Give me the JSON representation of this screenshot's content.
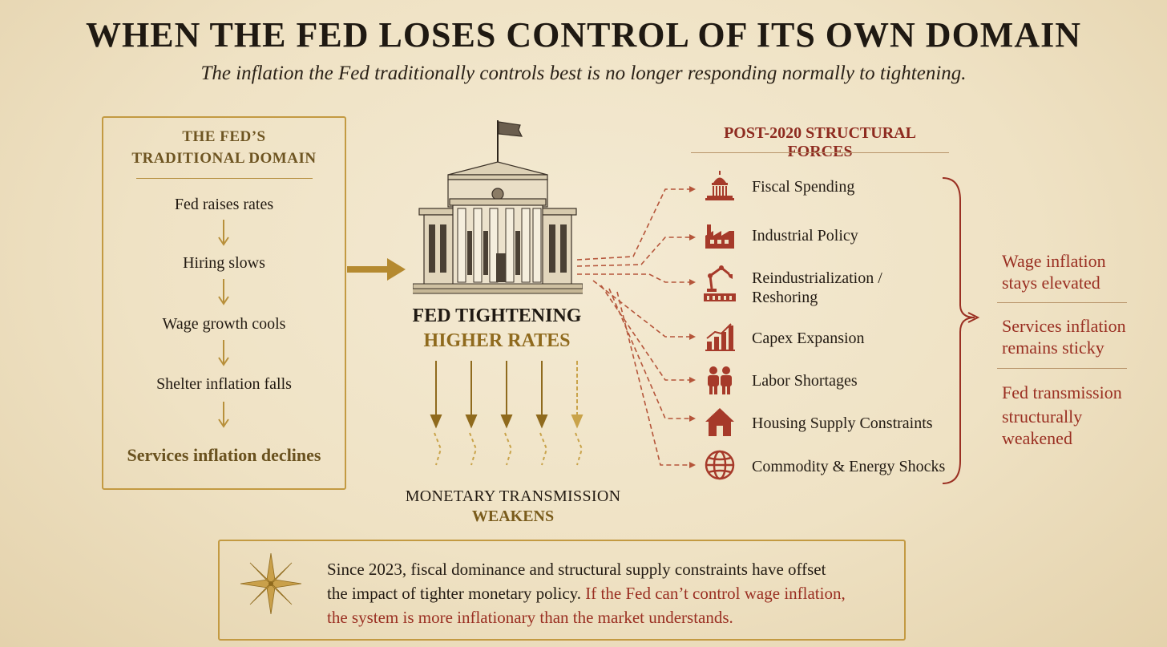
{
  "title": "WHEN THE FED LOSES CONTROL OF ITS OWN DOMAIN",
  "subtitle": "The inflation the Fed traditionally controls best is no longer responding normally to tightening.",
  "left_box": {
    "heading_line1": "THE FED’S",
    "heading_line2": "TRADITIONAL DOMAIN",
    "steps": [
      "Fed raises rates",
      "Hiring slows",
      "Wage growth cools",
      "Shelter inflation falls",
      "Services inflation declines"
    ]
  },
  "center": {
    "label_line1": "FED TIGHTENING",
    "label_line2": "HIGHER RATES",
    "weaken_line1": "MONETARY TRANSMISSION",
    "weaken_line2": "WEAKENS"
  },
  "forces": {
    "heading": "POST-2020 STRUCTURAL FORCES",
    "items": [
      {
        "label": "Fiscal Spending",
        "icon": "capitol-icon"
      },
      {
        "label": "Industrial Policy",
        "icon": "factory-icon"
      },
      {
        "label_line1": "Reindustrialization /",
        "label_line2": "Reshoring",
        "icon": "robot-arm-icon"
      },
      {
        "label": "Capex Expansion",
        "icon": "bar-chart-icon"
      },
      {
        "label": "Labor Shortages",
        "icon": "workers-icon"
      },
      {
        "label": "Housing Supply Constraints",
        "icon": "house-icon"
      },
      {
        "label": "Commodity & Energy Shocks",
        "icon": "globe-icon"
      }
    ]
  },
  "outcomes": [
    {
      "line1": "Wage inflation",
      "line2": "stays elevated"
    },
    {
      "line1": "Services inflation",
      "line2": "remains sticky"
    },
    {
      "line1": "Fed transmission",
      "line2": "structurally",
      "line3": "weakened"
    }
  ],
  "bottom": {
    "line1": "Since 2023, fiscal dominance and structural supply constraints have offset",
    "line2_plain": "the impact of tighter monetary policy.",
    "line2_red": "If the Fed can’t control wage inflation,",
    "line3_red": "the system is more inflationary than the market understands.",
    "icon": "compass-star-icon"
  },
  "colors": {
    "gold": "#c39a42",
    "dark_gold": "#8f6a1d",
    "red": "#9a2f22",
    "ink": "#231b13",
    "parchment": "#f1e5ca"
  }
}
